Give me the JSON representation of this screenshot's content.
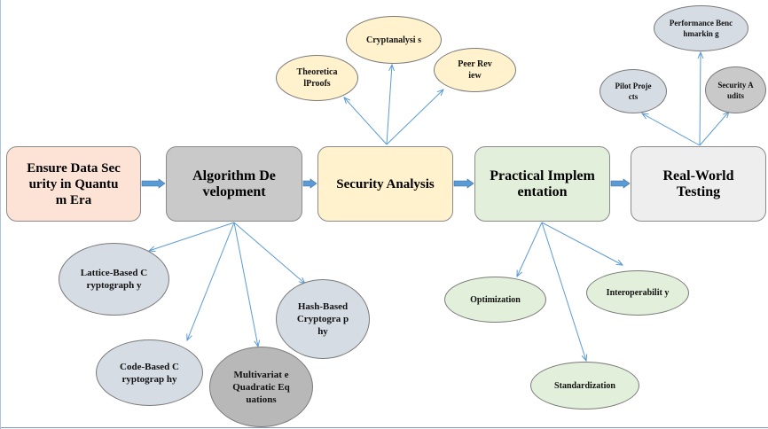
{
  "diagram": {
    "main_flow": [
      {
        "id": "goal",
        "label": "Ensure Data Security in Quantum Era",
        "fill": "#fce3d6"
      },
      {
        "id": "algorithm",
        "label": "Algorithm Development",
        "fill": "#c9c9c9"
      },
      {
        "id": "security",
        "label": "Security Analysis",
        "fill": "#fff2cc"
      },
      {
        "id": "practical",
        "label": "Practical Implementation",
        "fill": "#e2efda"
      },
      {
        "id": "testing",
        "label": "Real-World Testing",
        "fill": "#eeeeee"
      }
    ],
    "security_children": [
      {
        "label": "Theoretica lProofs",
        "fill": "#fff2cc"
      },
      {
        "label": "Cryptanalysi s",
        "fill": "#fff2cc"
      },
      {
        "label": "Peer Review",
        "fill": "#fff2cc"
      }
    ],
    "testing_children": [
      {
        "label": "Pilot Projects",
        "fill": "#d6dce4"
      },
      {
        "label": "Performance Benchmarkin g",
        "fill": "#d6dce4"
      },
      {
        "label": "Security Audits",
        "fill": "#c9c9c9"
      }
    ],
    "algorithm_children": [
      {
        "label": "Lattice-Based Cryptograph y",
        "fill": "#d6dce4"
      },
      {
        "label": "Code-Based Cryptograp hy",
        "fill": "#d6dce4"
      },
      {
        "label": "Multivariat e Quadratic Equations",
        "fill": "#b8b8b8"
      },
      {
        "label": "Hash-Based Cryptogra phy",
        "fill": "#d6dce4"
      }
    ],
    "practical_children": [
      {
        "label": "Optimization",
        "fill": "#e2efda"
      },
      {
        "label": "Standardization",
        "fill": "#e2efda"
      },
      {
        "label": "Interoperabilit y",
        "fill": "#e2efda"
      }
    ],
    "colors": {
      "arrow": "#5b9bd5",
      "connector": "#5b9bd5"
    }
  }
}
